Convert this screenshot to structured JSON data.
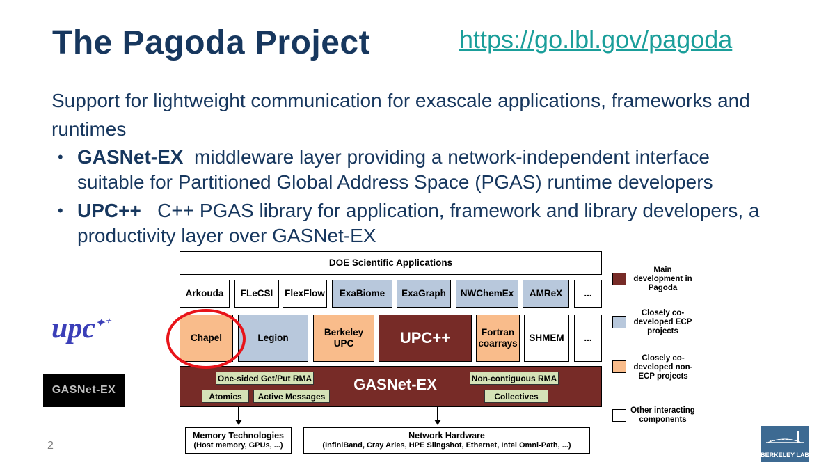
{
  "slide": {
    "title": "The Pagoda Project",
    "url": "https://go.lbl.gov/pagoda",
    "lead": "Support for lightweight communication for exascale applications, frameworks and runtimes",
    "bullets": [
      {
        "term": "GASNet-EX",
        "text": "middleware layer providing a network-independent interface suitable for Partitioned Global Address Space (PGAS) runtime developers"
      },
      {
        "term": "UPC++",
        "text": "C++ PGAS library for application, framework and library developers, a productivity layer over GASNet-EX"
      }
    ],
    "bullet_glyph": "•",
    "page_number": "2"
  },
  "logos": {
    "upc": "upc",
    "gasnet": "GASNet-EX",
    "berkeley_lab": "BERKELEY LAB"
  },
  "diagram": {
    "top": "DOE Scientific Applications",
    "apps": [
      "Arkouda",
      "FLeCSI",
      "FlexFlow",
      "ExaBiome",
      "ExaGraph",
      "NWChemEx",
      "AMReX",
      "..."
    ],
    "runtimes": [
      "Chapel",
      "Legion",
      "Berkeley UPC",
      "UPC++",
      "Fortran coarrays",
      "SHMEM",
      "..."
    ],
    "gasnet_label": "GASNet-EX",
    "features": [
      "One-sided Get/Put RMA",
      "Atomics",
      "Active Messages",
      "Non-contiguous RMA",
      "Collectives"
    ],
    "memory": {
      "title": "Memory Technologies",
      "detail": "(Host memory, GPUs, ...)"
    },
    "network": {
      "title": "Network Hardware",
      "detail": "(InfiniBand, Cray Aries, HPE Slingshot, Ethernet, Intel Omni-Path, ...)"
    }
  },
  "legend": [
    {
      "label": "Main development in Pagoda",
      "color": "#772b27"
    },
    {
      "label": "Closely co-developed ECP projects",
      "color": "#b8c8dc"
    },
    {
      "label": "Closely co-developed non-ECP projects",
      "color": "#f9bc8b"
    },
    {
      "label": "Other interacting components",
      "color": "#ffffff"
    }
  ],
  "colors": {
    "title": "#17375e",
    "url": "#1a9e9a",
    "highlight_circle": "#e8141a"
  }
}
